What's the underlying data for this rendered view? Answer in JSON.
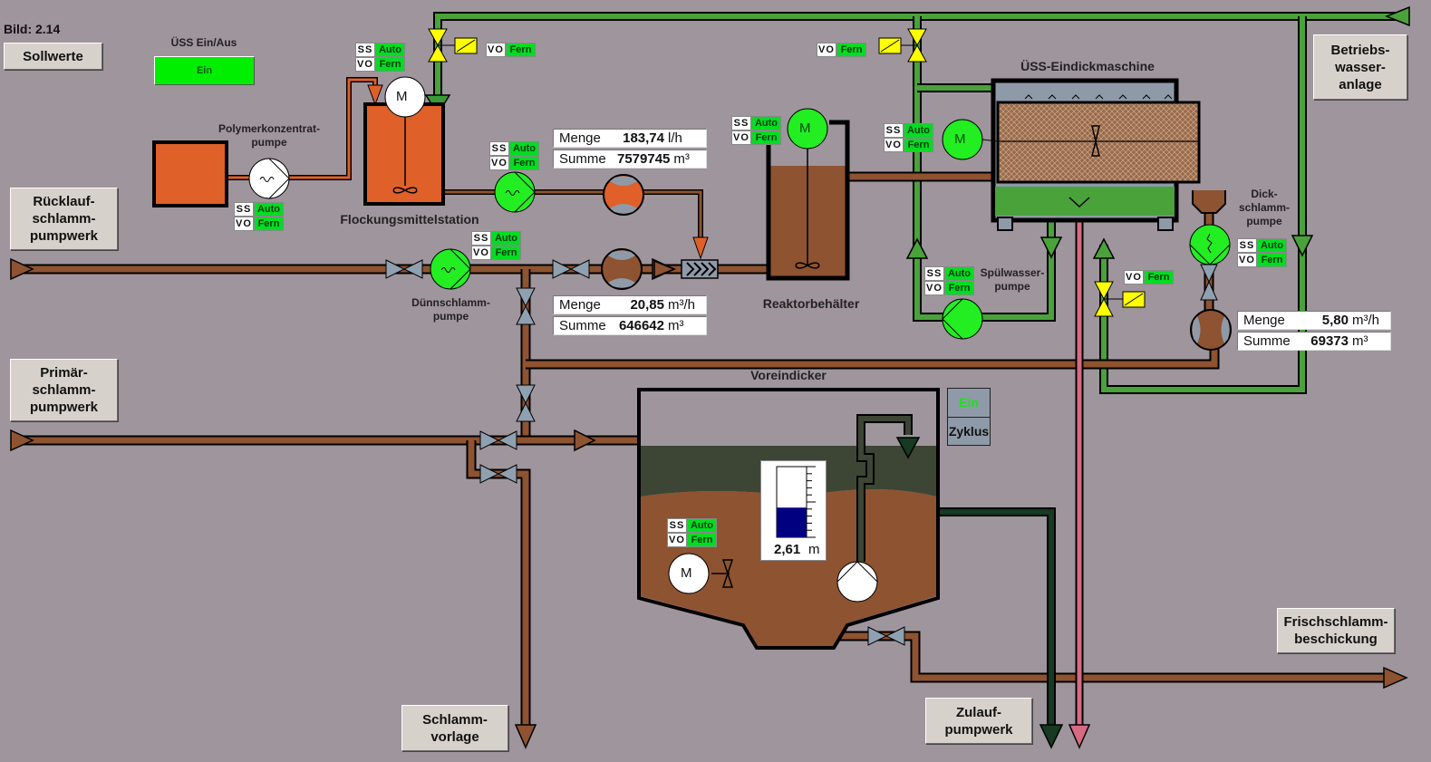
{
  "header": {
    "bild": "Bild: 2.14"
  },
  "buttons": {
    "sollwerte": "Sollwerte",
    "ruecklauf": [
      "Rücklauf-",
      "schlamm-",
      "pumpwerk"
    ],
    "primaer": [
      "Primär-",
      "schlamm-",
      "pumpwerk"
    ],
    "schlammvorlage": [
      "Schlamm-",
      "vorlage"
    ],
    "zulauf": [
      "Zulauf-",
      "pumpwerk"
    ],
    "frischschlamm": [
      "Frischschlamm-",
      "beschickung"
    ],
    "betriebswasser": [
      "Betriebs-",
      "wasser-",
      "anlage"
    ]
  },
  "uess_switch": {
    "label": "ÜSS Ein/Aus",
    "value": "Ein"
  },
  "labels": {
    "polymer_pump": [
      "Polymerkonzentrat-",
      "pumpe"
    ],
    "flockung": "Flockungsmittelstation",
    "duenn_pump": [
      "Dünnschlamm-",
      "pumpe"
    ],
    "reaktor": "Reaktorbehälter",
    "eindick": "ÜSS-Eindickmaschine",
    "spuel_pump": [
      "Spülwasser-",
      "pumpe"
    ],
    "dick_pump": [
      "Dick-",
      "schlamm-",
      "pumpe"
    ],
    "voreindicker": "Voreindicker",
    "motor": "M"
  },
  "status": {
    "ss": "SS",
    "vo": "VO",
    "auto": "Auto",
    "fern": "Fern"
  },
  "measurements": {
    "polymer": {
      "menge_label": "Menge",
      "menge": "183,74",
      "menge_unit": "l/h",
      "summe_label": "Summe",
      "summe": "7579745",
      "summe_unit": "m³"
    },
    "duenn": {
      "menge_label": "Menge",
      "menge": "20,85",
      "menge_unit": "m³/h",
      "summe_label": "Summe",
      "summe": "646642",
      "summe_unit": "m³"
    },
    "dick": {
      "menge_label": "Menge",
      "menge": "5,80",
      "menge_unit": "m³/h",
      "summe_label": "Summe",
      "summe": "69373",
      "summe_unit": "m³"
    }
  },
  "voreindicker_level": {
    "value": "2,61",
    "unit": "m",
    "fill_fraction": 0.42
  },
  "zyklus": {
    "state": "Ein",
    "label": "Zyklus"
  },
  "colors": {
    "background": "#9f959d",
    "sludge": "#8e5331",
    "polymer": "#e0602a",
    "water": "#4aa23a",
    "active_green": "#00ee00",
    "valve_grey": "#8fa0b0",
    "valve_yellow": "#ffff00",
    "pink": "#d86a84",
    "dark_green": "#163a22",
    "level_blue": "#000080"
  }
}
